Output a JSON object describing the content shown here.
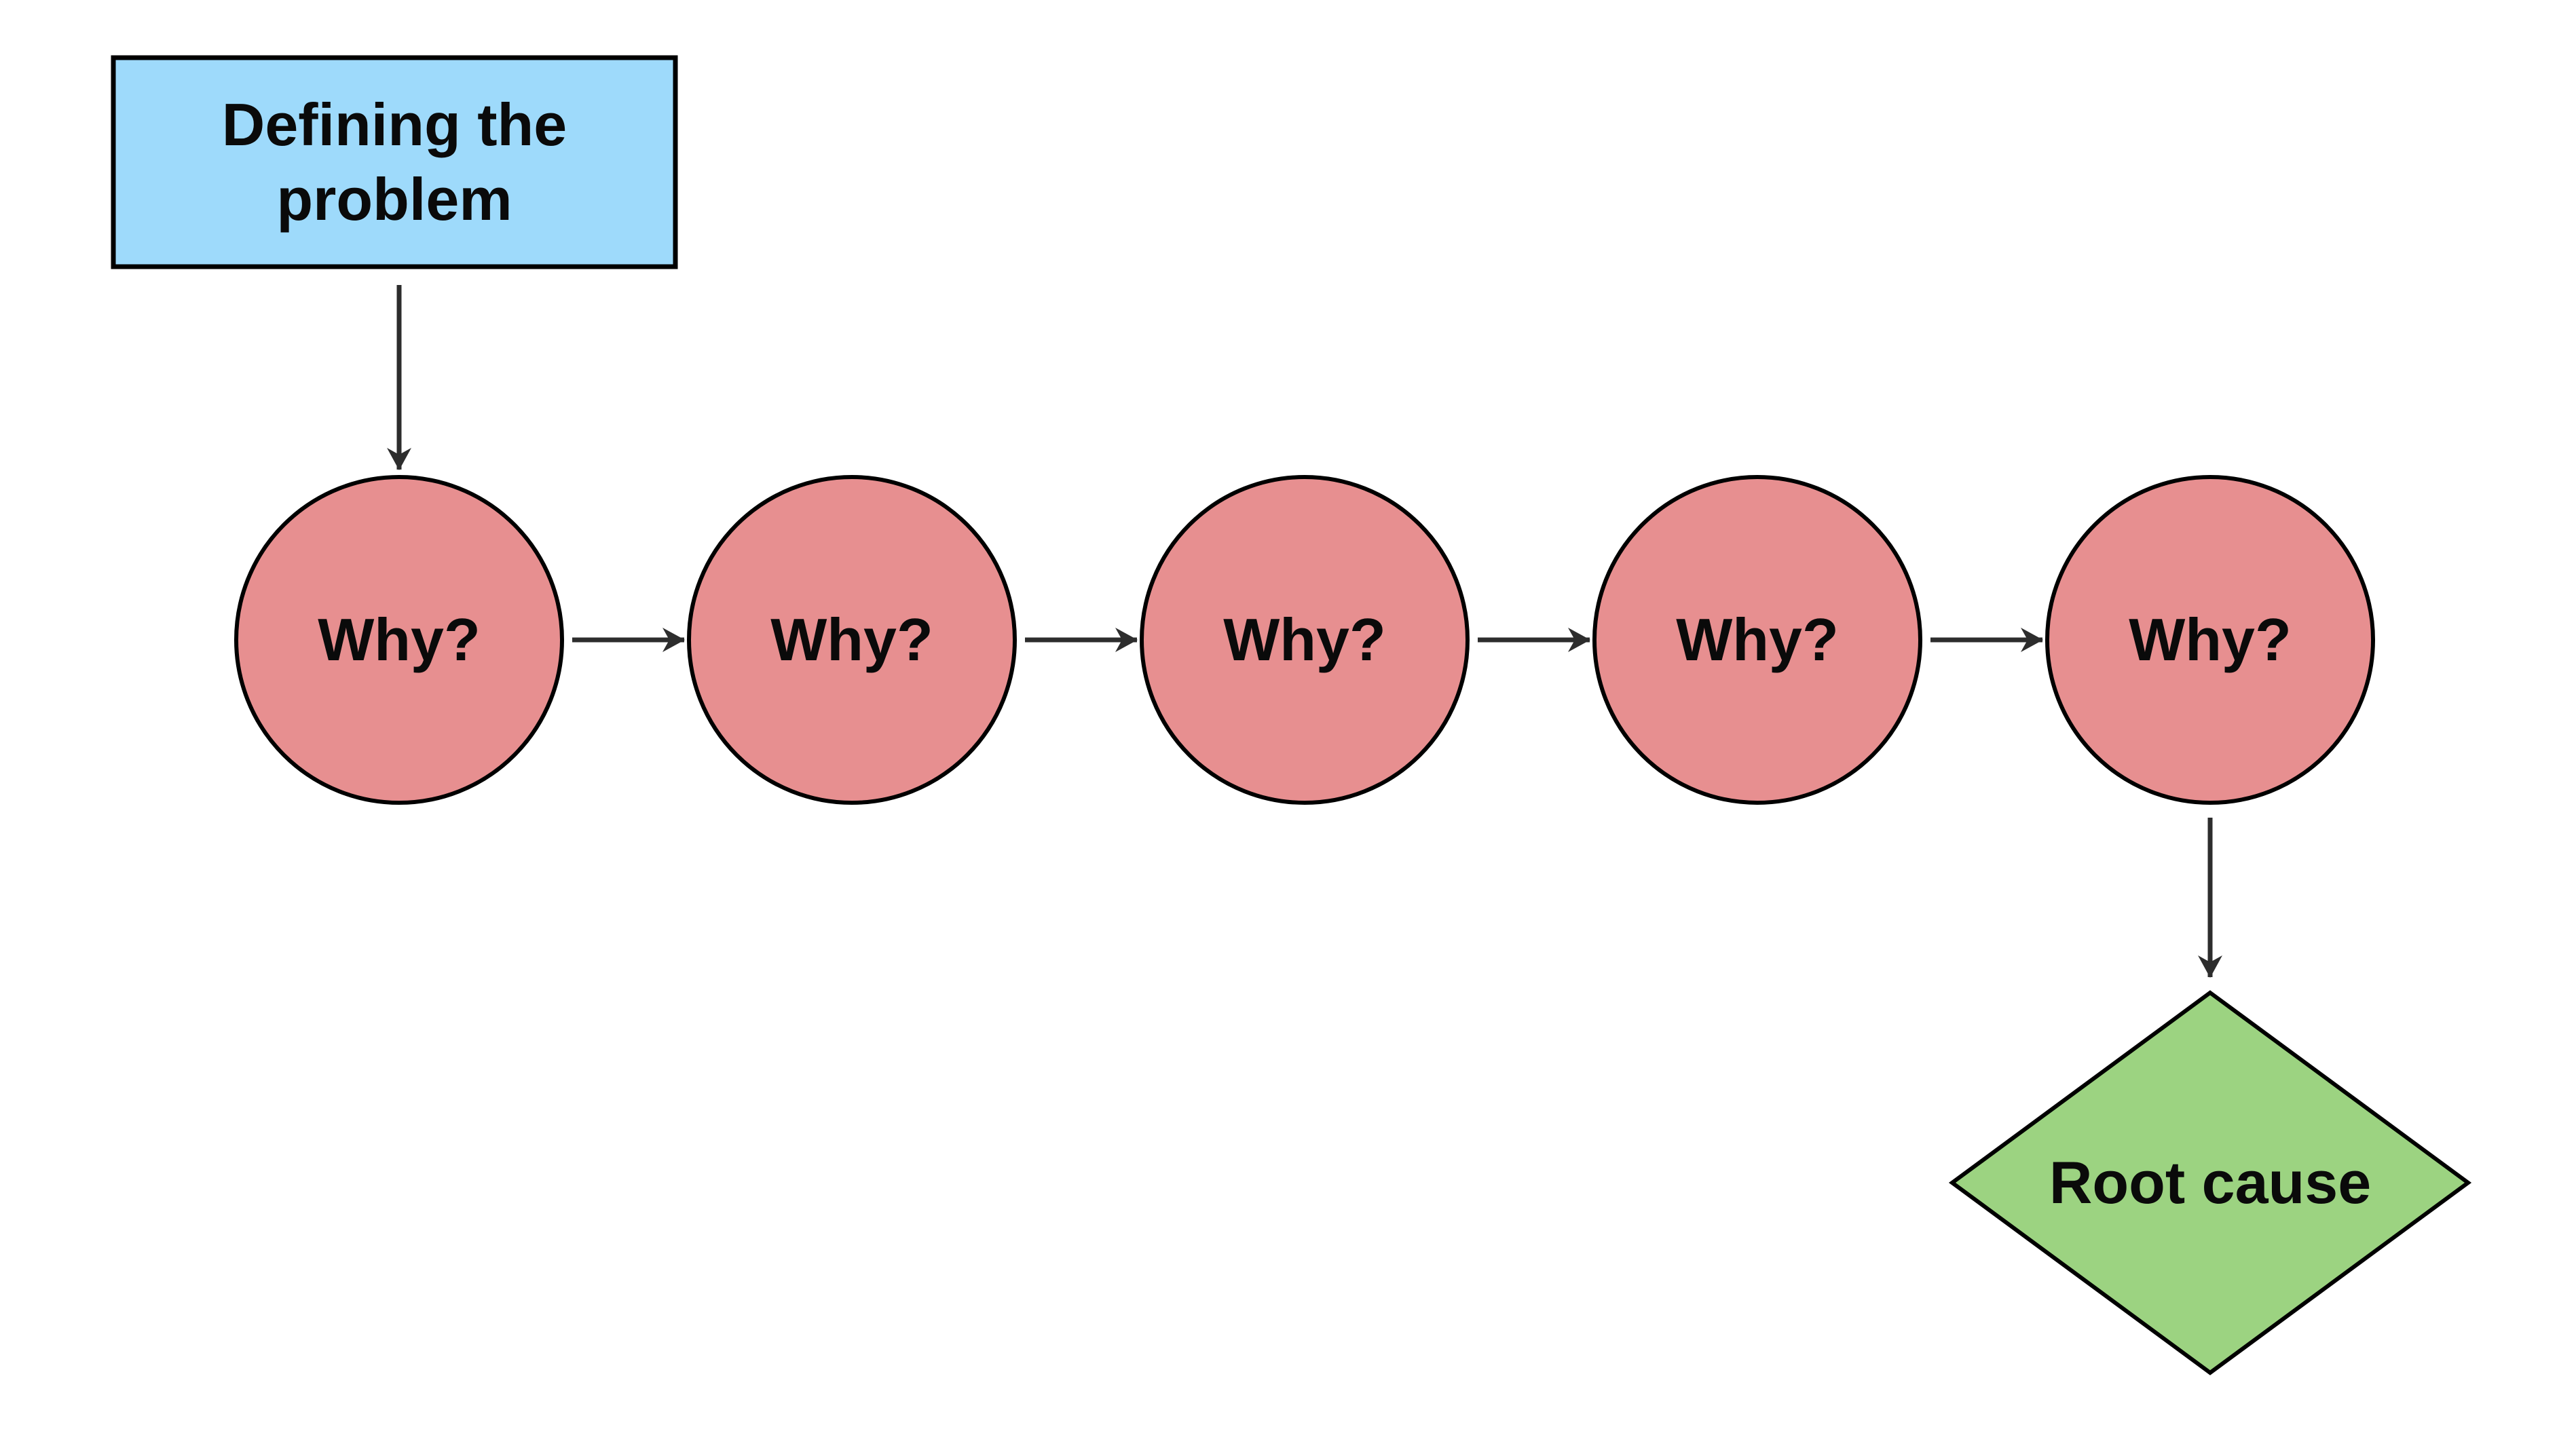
{
  "diagram": {
    "background_color": "#ffffff",
    "stroke_color": "#000000",
    "arrow_color": "#2d2d2d",
    "text_color": "#0a0a0a",
    "problem": {
      "label": "Defining the problem",
      "fill": "#9EDAFB"
    },
    "why_fill": "#E78F90",
    "whys": [
      {
        "label": "Why?"
      },
      {
        "label": "Why?"
      },
      {
        "label": "Why?"
      },
      {
        "label": "Why?"
      },
      {
        "label": "Why?"
      }
    ],
    "root_cause": {
      "label": "Root cause",
      "fill": "#9CD381"
    }
  }
}
